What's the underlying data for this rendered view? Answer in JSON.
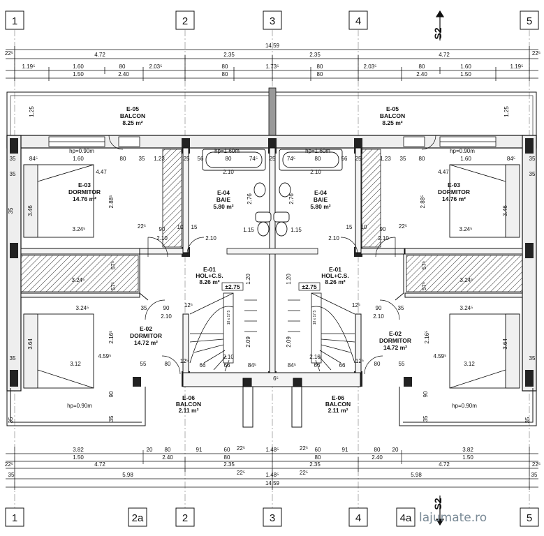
{
  "axes_top": [
    "1",
    "2",
    "3",
    "4",
    "5"
  ],
  "axes_bottom": [
    "1",
    "2a",
    "2",
    "3",
    "4",
    "4a",
    "5"
  ],
  "section_mark": "S2",
  "rooms": {
    "e05_left": {
      "code": "E-05",
      "name": "BALCON",
      "area": "8.25 m²"
    },
    "e05_right": {
      "code": "E-05",
      "name": "BALCON",
      "area": "8.25 m²"
    },
    "e03_left": {
      "code": "E-03",
      "name": "DORMITOR",
      "area": "14.76 m²"
    },
    "e03_right": {
      "code": "E-03",
      "name": "DORMITOR",
      "area": "14.76 m²"
    },
    "e04_left": {
      "code": "E-04",
      "name": "BAIE",
      "area": "5.80 m²"
    },
    "e04_right": {
      "code": "E-04",
      "name": "BAIE",
      "area": "5.80 m²"
    },
    "e01_left": {
      "code": "E-01",
      "name": "HOL+C.S.",
      "area": "8.26 m²"
    },
    "e01_right": {
      "code": "E-01",
      "name": "HOL+C.S.",
      "area": "8.26 m²"
    },
    "e02_left": {
      "code": "E-02",
      "name": "DORMITOR",
      "area": "14.72 m²"
    },
    "e02_right": {
      "code": "E-02",
      "name": "DORMITOR",
      "area": "14.72 m²"
    },
    "e06_left": {
      "code": "E-06",
      "name": "BALCON",
      "area": "2.11 m²"
    },
    "e06_right": {
      "code": "E-06",
      "name": "BALCON",
      "area": "2.11 m²"
    }
  },
  "levels": {
    "left": "±2.75",
    "right": "±2.75"
  },
  "dims_top": {
    "total": "14.59",
    "r2": [
      "22⁵",
      "4.72",
      "2.35",
      "2.35",
      "4.72",
      "22⁵"
    ],
    "r3": [
      "1.19⁵",
      "1.60",
      "80",
      "2.03⁵",
      "80",
      "1.73⁵",
      "80",
      "2.03⁵",
      "80",
      "1.60",
      "1.19⁵"
    ],
    "r4": [
      "1.50",
      "2.40",
      "80",
      "80",
      "2.40",
      "1.50"
    ]
  },
  "dims_bottom": {
    "r1": [
      "3.82",
      "20",
      "80",
      "91",
      "60",
      "22⁵",
      "1.48⁵",
      "22⁵",
      "60",
      "91",
      "80",
      "20",
      "3.82"
    ],
    "r2": [
      "1.50",
      "2.40",
      "80",
      "80",
      "2.40",
      "1.50"
    ],
    "r3": [
      "22⁵",
      "4.72",
      "2.35",
      "2.35",
      "4.72",
      "22⁵"
    ],
    "r4": [
      "35",
      "5.98",
      "22⁵",
      "1.48⁵",
      "22⁵",
      "5.98",
      "35"
    ],
    "total": "14.59"
  },
  "interior_dims": {
    "hp_top": "hp=0.90m",
    "hp_bath": "hp=1.60m",
    "hp_bottom": "hp=0.90m",
    "d125": "1.25",
    "d84": "84⁵",
    "d160": "1.60",
    "d80": "80",
    "d35": "35",
    "d123": "1.23",
    "d25": "25",
    "d56": "56",
    "d74": "74⁵",
    "d447": "4.47",
    "d210": "2.10",
    "d276": "2.76",
    "d288": "2.88⁵",
    "d346": "3.46",
    "d324": "3.24⁵",
    "d22": "22⁵",
    "d90": "90",
    "d10": "10",
    "d15": "15",
    "d115": "1.15",
    "d57": "57⁵",
    "d120": "1.20",
    "d364": "3.64",
    "d216": "2.16⁵",
    "d459": "4.59⁵",
    "d312": "3.12",
    "d55": "55",
    "d12": "12⁵",
    "d209": "2.09",
    "d66": "66",
    "d6": "6⁵",
    "stair": "18 x 17.5"
  },
  "watermark": "lajumate.ro"
}
